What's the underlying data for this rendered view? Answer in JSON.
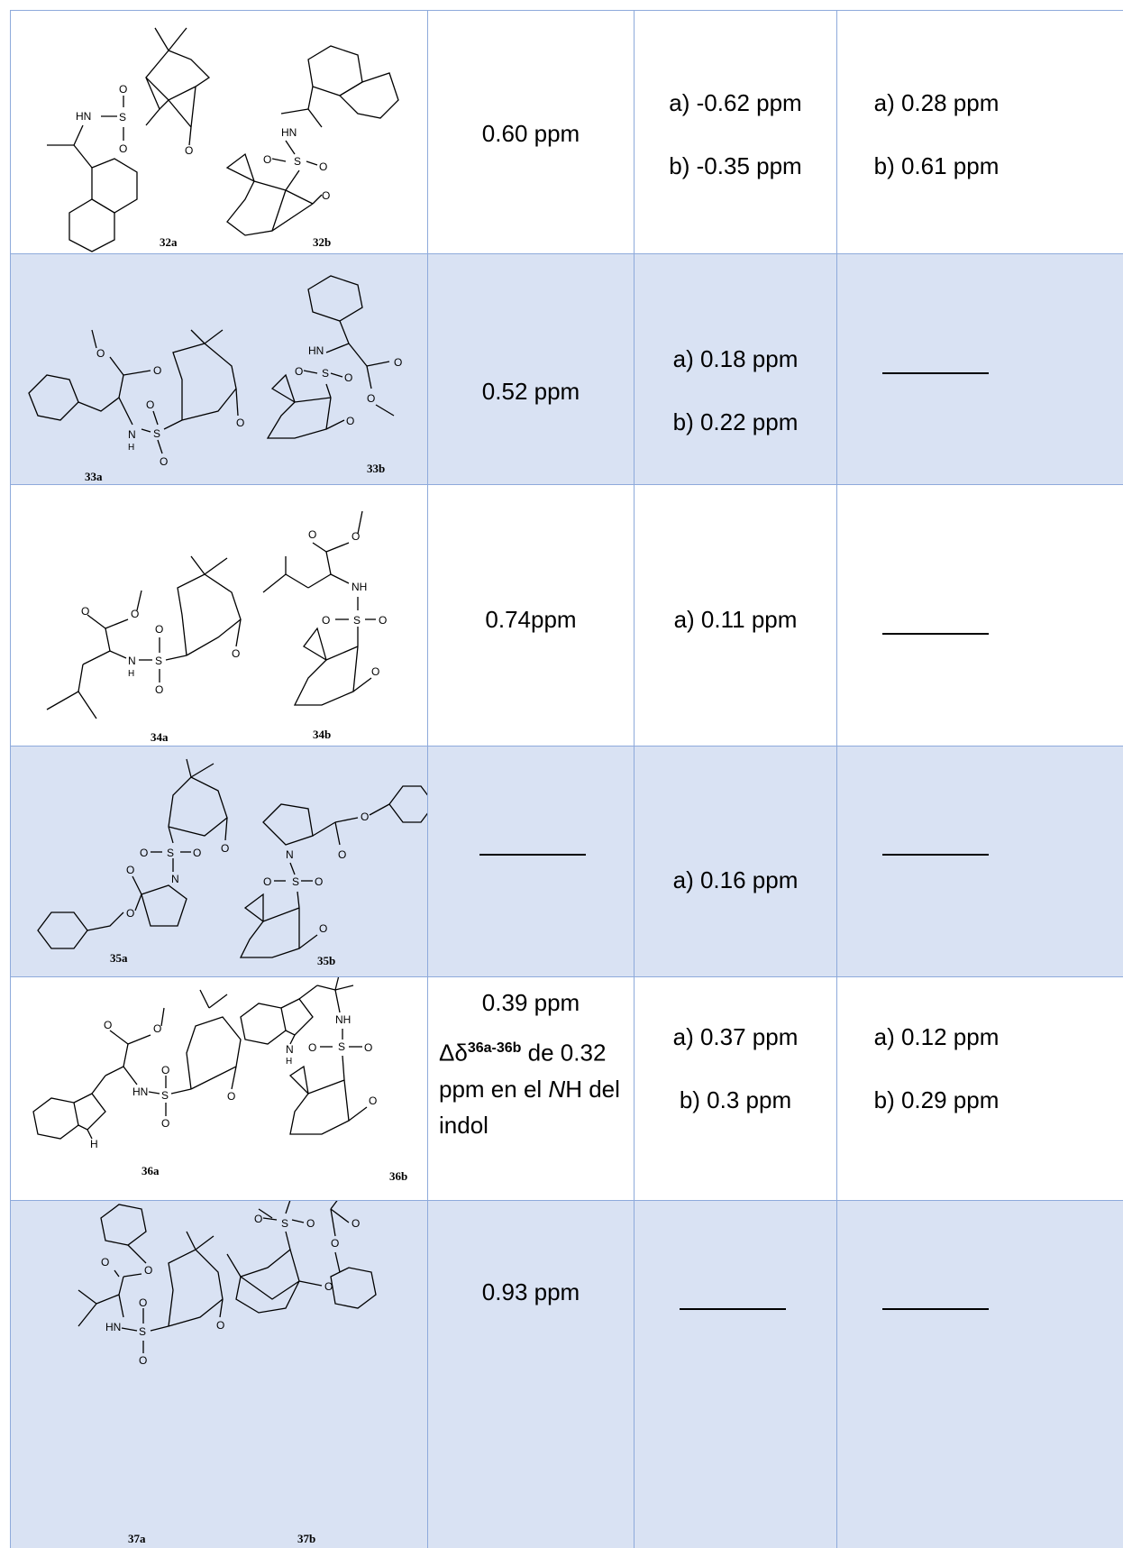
{
  "rows": [
    {
      "compounds": [
        "32a",
        "32b"
      ],
      "col2": "0.60 ppm",
      "col3": [
        "a)  -0.62 ppm",
        "b)  -0.35 ppm"
      ],
      "col4": [
        "a) 0.28 ppm",
        "b) 0.61 ppm"
      ]
    },
    {
      "compounds": [
        "33a",
        "33b"
      ],
      "col2": "0.52 ppm",
      "col3": [
        "a)  0.18 ppm",
        "b) 0.22 ppm"
      ],
      "col4": "blank"
    },
    {
      "compounds": [
        "34a",
        "34b"
      ],
      "col2": "0.74ppm",
      "col3": [
        "a)  0.11 ppm"
      ],
      "col4": "blank"
    },
    {
      "compounds": [
        "35a",
        "35b"
      ],
      "col2": "blank",
      "col3": [
        "a) 0.16 ppm"
      ],
      "col4": "blank"
    },
    {
      "compounds": [
        "36a",
        "36b"
      ],
      "col2": "0.39 ppm",
      "col2_note": {
        "symbol": "Δδ",
        "sup": "36a-36b",
        "text1": " de  0.32",
        "text2a": "ppm en el ",
        "text2_italic": "N",
        "text2b": "H del",
        "text3": "indol"
      },
      "col3": [
        "a) 0.37 ppm",
        "b) 0.3 ppm"
      ],
      "col4": [
        "a) 0.12 ppm",
        "b) 0.29 ppm"
      ]
    },
    {
      "compounds": [
        "37a",
        "37b"
      ],
      "col2": "0.93 ppm",
      "col3": "blank",
      "col4": "blank"
    }
  ],
  "colors": {
    "border": "#8eaadb",
    "shade": "#d9e2f3"
  }
}
